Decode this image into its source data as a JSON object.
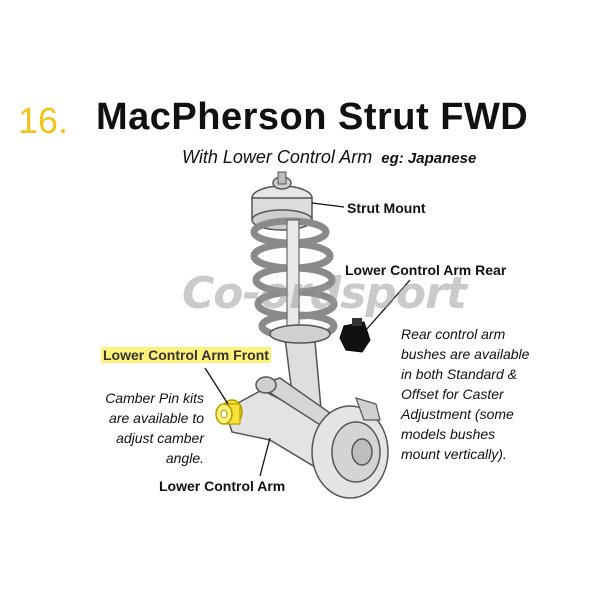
{
  "header": {
    "number": "16.",
    "title": "MacPherson Strut FWD",
    "subtitle": "With Lower Control Arm",
    "subtitle_example": "eg: Japanese"
  },
  "labels": {
    "strut_mount": "Strut Mount",
    "lower_control_arm_rear": "Lower Control Arm Rear",
    "lower_control_arm_front": "Lower Control Arm Front",
    "lower_control_arm": "Lower Control Arm"
  },
  "notes": {
    "camber_lines": [
      "Camber Pin kits",
      "are available to",
      "adjust camber",
      "angle."
    ],
    "rear_lines": [
      "Rear control arm",
      "bushes are available",
      "in both Standard &",
      "Offset for Caster",
      "Adjustment (some",
      "models bushes",
      "mount vertically)."
    ]
  },
  "watermark": "Co-ordsport",
  "colors": {
    "accent_number": "#f2c31b",
    "highlight_label": "#fff27a",
    "bush_yellow": "#f7e33a",
    "part_grey": "#d9d9d9"
  }
}
